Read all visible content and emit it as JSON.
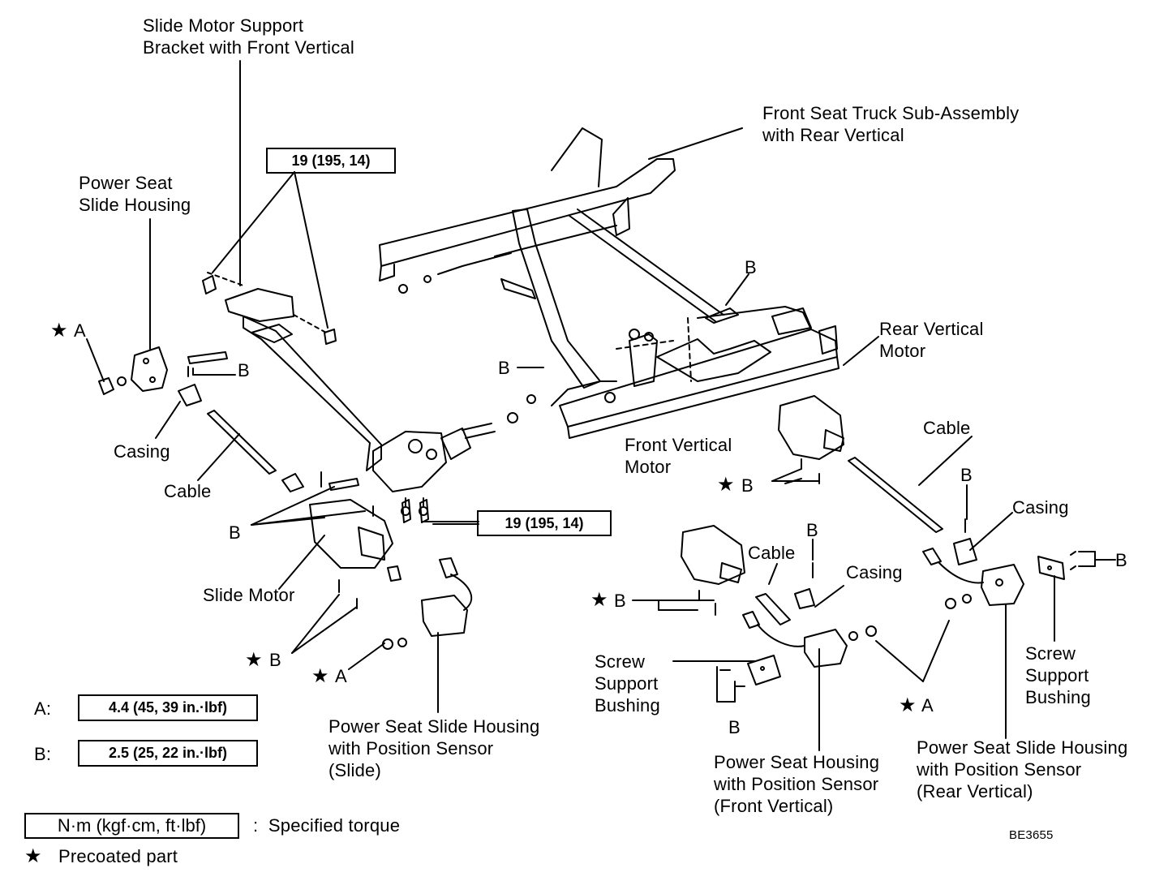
{
  "labels": {
    "slide_motor_support_bracket": "Slide Motor Support\nBracket with Front Vertical",
    "front_seat_truck": "Front Seat Truck Sub-Assembly\nwith Rear Vertical",
    "power_seat_slide_housing": "Power Seat\nSlide Housing",
    "rear_vertical_motor": "Rear Vertical\nMotor",
    "casing_left": "Casing",
    "cable_left": "Cable",
    "front_vertical_motor": "Front Vertical\nMotor",
    "cable_right": "Cable",
    "casing_right": "Casing",
    "slide_motor": "Slide Motor",
    "cable_mid": "Cable",
    "casing_mid": "Casing",
    "screw_support_bushing_right": "Screw\nSupport\nBushing",
    "screw_support_bushing_mid": "Screw\nSupport\nBushing",
    "housing_slide": "Power Seat Slide Housing\nwith Position Sensor\n(Slide)",
    "housing_front_vertical": "Power Seat Housing\nwith Position Sensor\n(Front Vertical)",
    "housing_rear_vertical": "Power Seat Slide Housing\nwith Position Sensor\n(Rear Vertical)"
  },
  "letters": {
    "a": "A",
    "b": "B"
  },
  "torque_boxes": {
    "upper": "19 (195, 14)",
    "lower": "19 (195, 14)"
  },
  "legend": {
    "a_key": "A:",
    "a_value": "4.4 (45, 39 in.·lbf)",
    "b_key": "B:",
    "b_value": "2.5 (25, 22 in.·lbf)",
    "unit_box": "N·m (kgf·cm, ft·lbf)",
    "unit_text": ":  Specified torque",
    "star_symbol": "★",
    "star_text": "Precoated part"
  },
  "figure_code": "BE3655"
}
